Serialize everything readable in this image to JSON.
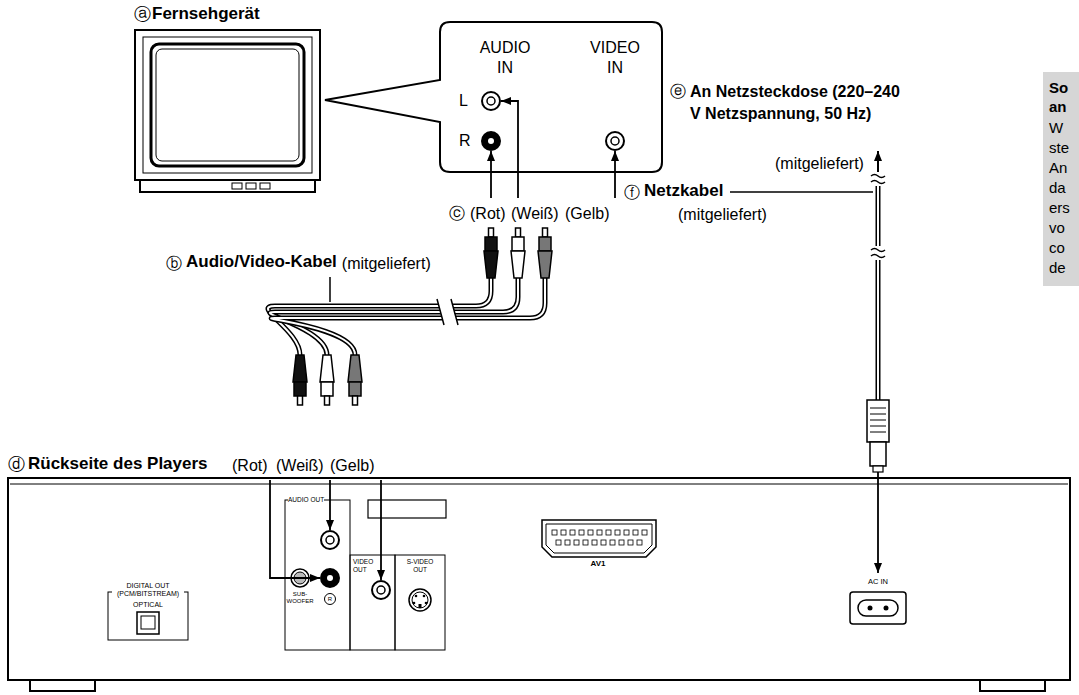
{
  "diagram": {
    "nodes": [
      {
        "text": [
          "Fernsehgerät"
        ]
      },
      {
        "text": [
          "AUDIO IN",
          "VIDEO IN",
          "L",
          "R"
        ]
      },
      {
        "text": [
          "So an",
          "W ste An da ers vo co de"
        ]
      },
      {
        "text": [
          "Rückseite des Players"
        ]
      },
      {
        "text": [
          "DIGITAL OUT (PCM/BITSTREAM)",
          "OPTICAL"
        ],
        "in": 3
      },
      {
        "text": [
          "AUDIO OUT",
          "SUB-WOOFER",
          "R"
        ],
        "in": 3
      },
      {
        "text": [
          "VIDEO OUT"
        ],
        "in": 3
      },
      {
        "text": [
          "S-VIDEO OUT"
        ],
        "in": 3
      },
      {
        "text": [
          "AV1"
        ],
        "in": 3
      },
      {
        "text": [
          "AC IN"
        ],
        "in": 3
      }
    ],
    "labels": [
      "ⓐ",
      "ⓔ",
      "An Netzsteckdose (220–240 V Netzspannung, 50 Hz)",
      "(mitgeliefert)",
      "ⓕ",
      "Netzkabel",
      "(mitgeliefert)",
      "ⓒ",
      "(Rot)",
      "(Weiß)",
      "(Gelb)",
      "ⓑ",
      "Audio/Video-Kabel",
      "(mitgeliefert)",
      "ⓓ",
      "(Rot)",
      "(Weiß)",
      "(Gelb)"
    ]
  }
}
